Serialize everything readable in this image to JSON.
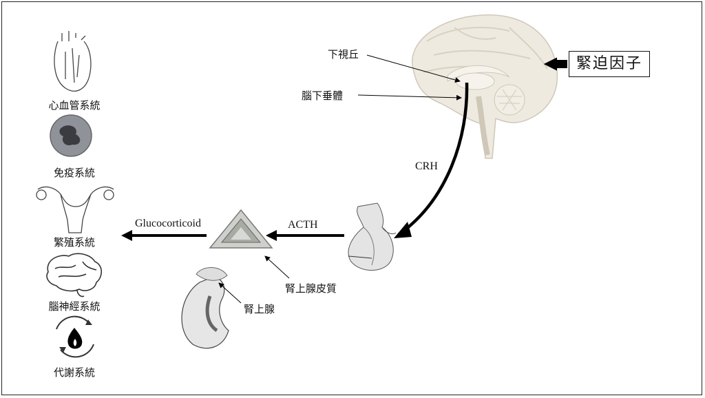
{
  "diagram": {
    "stressor": "緊迫因子",
    "labels": {
      "hypothalamus": "下視丘",
      "pituitary": "腦下垂體",
      "crh": "CRH",
      "acth": "ACTH",
      "glucocorticoid": "Glucocorticoid",
      "adrenal_cortex": "腎上腺皮質",
      "adrenal_gland": "腎上腺"
    },
    "systems": [
      {
        "label": "心血管系統",
        "icon": "heart-icon"
      },
      {
        "label": "免疫系統",
        "icon": "immune-cell-icon"
      },
      {
        "label": "繁殖系統",
        "icon": "uterus-icon"
      },
      {
        "label": "腦神經系統",
        "icon": "brain-icon"
      },
      {
        "label": "代謝系統",
        "icon": "metabolism-flame-icon"
      }
    ],
    "colors": {
      "brain_fill": "#eeeae0",
      "brain_stroke": "#cfc8b8",
      "arrow": "#000000",
      "immune_cell": "#8f9399"
    }
  }
}
